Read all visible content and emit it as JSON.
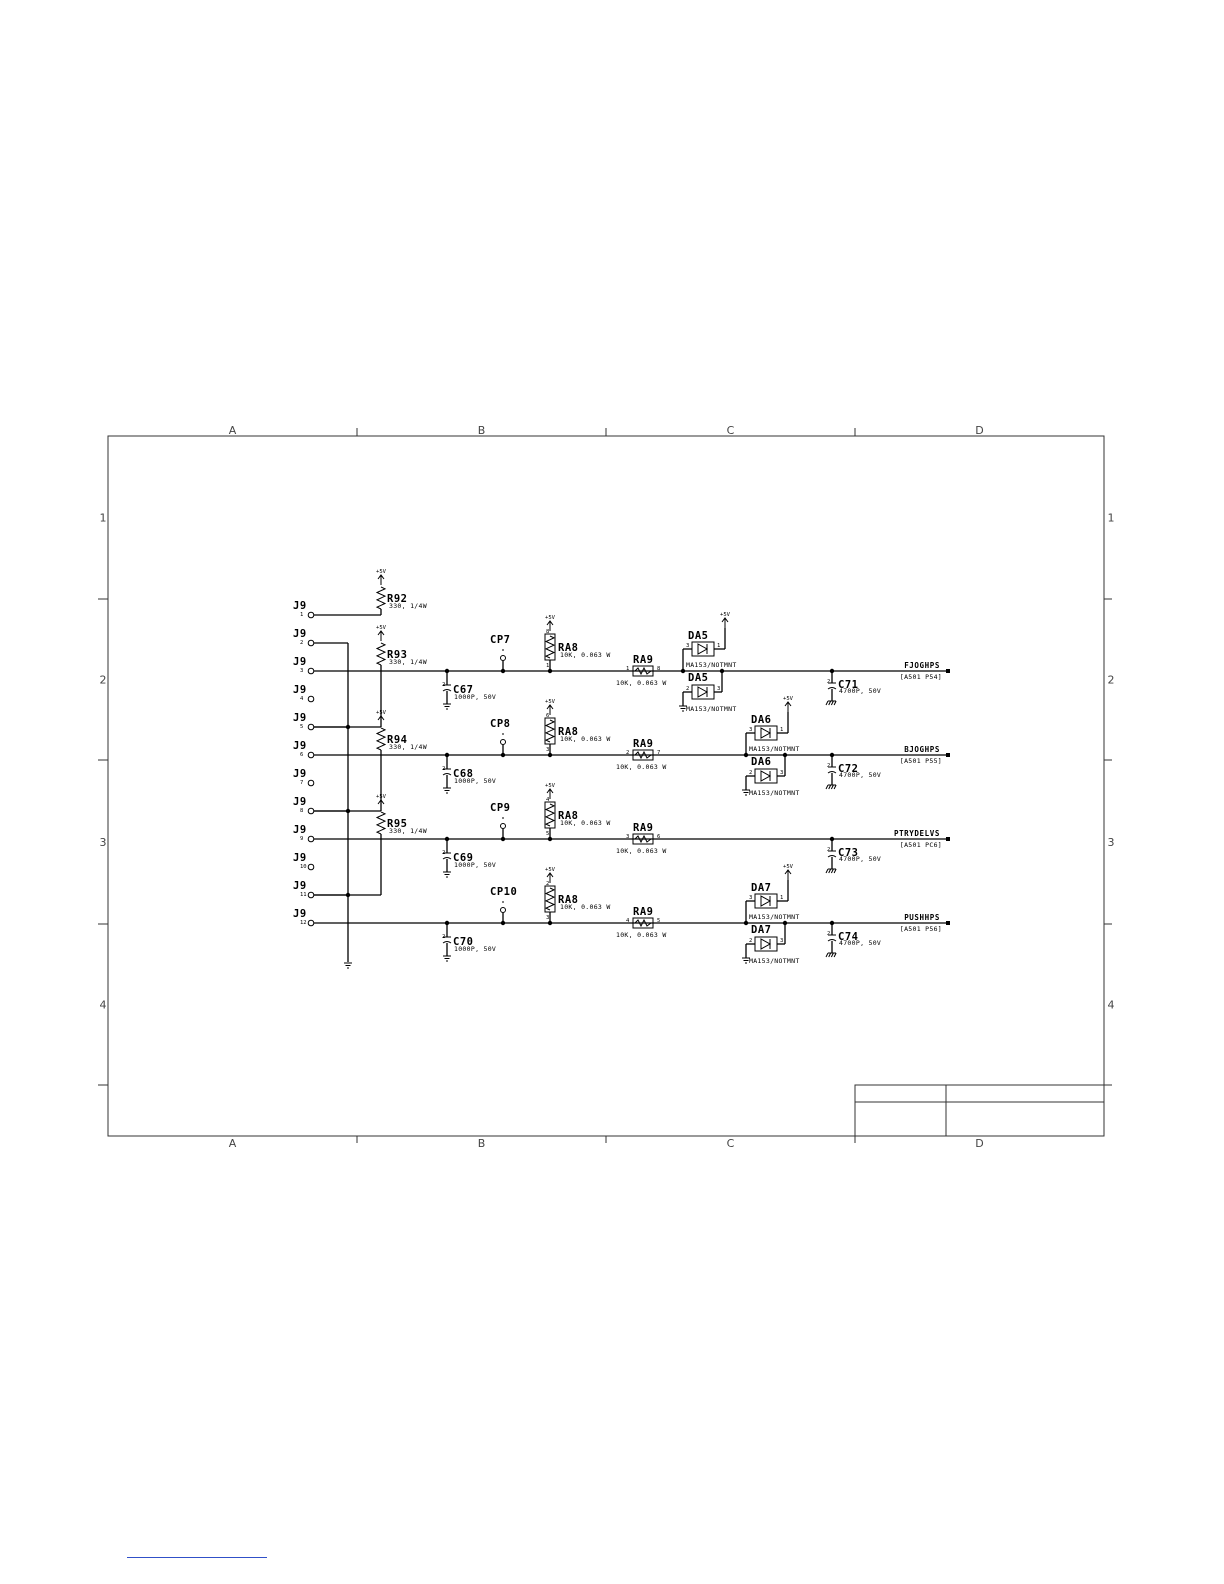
{
  "zones": {
    "columns": [
      "A",
      "B",
      "C",
      "D"
    ],
    "rows": [
      "1",
      "2",
      "3",
      "4"
    ]
  },
  "connector": {
    "ref": "J9",
    "pins": [
      "1",
      "2",
      "3",
      "4",
      "5",
      "6",
      "7",
      "8",
      "9",
      "10",
      "11",
      "12"
    ]
  },
  "supply": "+5V",
  "resistors": [
    {
      "ref": "R92",
      "value": "330, 1/4W"
    },
    {
      "ref": "R93",
      "value": "330, 1/4W"
    },
    {
      "ref": "R94",
      "value": "330, 1/4W"
    },
    {
      "ref": "R95",
      "value": "330, 1/4W"
    }
  ],
  "channels": [
    {
      "cap": "C67",
      "cap_value": "1000P, 50V",
      "cp": "CP7",
      "ra8": "RA8",
      "ra8_value": "10K, 0.063 W",
      "ra8_pins": [
        "8",
        "1"
      ],
      "ra9": "RA9",
      "ra9_value": "10K, 0.063 W",
      "ra9_pins": [
        "1",
        "8"
      ],
      "diode_ref": "DA5",
      "diode_part": "MA153/NOTMNT",
      "out_cap": "C71",
      "out_cap_value": "4700P, 50V",
      "net": "FJOGHPS",
      "dest": "[A501 P54]"
    },
    {
      "cap": "C68",
      "cap_value": "1000P, 50V",
      "cp": "CP8",
      "ra8": "RA8",
      "ra8_value": "10K, 0.063 W",
      "ra8_pins": [
        "6",
        "3"
      ],
      "ra9": "RA9",
      "ra9_value": "10K, 0.063 W",
      "ra9_pins": [
        "2",
        "7"
      ],
      "diode_ref": "DA6",
      "diode_part": "MA153/NOTMNT",
      "out_cap": "C72",
      "out_cap_value": "4700P, 50V",
      "net": "BJOGHPS",
      "dest": "[A501 P55]"
    },
    {
      "cap": "C69",
      "cap_value": "1000P, 50V",
      "cp": "CP9",
      "ra8": "RA8",
      "ra8_value": "10K, 0.063 W",
      "ra8_pins": [
        "4",
        "5"
      ],
      "ra9": "RA9",
      "ra9_value": "10K, 0.063 W",
      "ra9_pins": [
        "3",
        "6"
      ],
      "diode_ref": "",
      "diode_part": "",
      "out_cap": "C73",
      "out_cap_value": "4700P, 50V",
      "net": "PTRYDELVS",
      "dest": "[A501 PC6]"
    },
    {
      "cap": "C70",
      "cap_value": "1000P, 50V",
      "cp": "CP10",
      "ra8": "RA8",
      "ra8_value": "10K, 0.063 W",
      "ra8_pins": [
        "2",
        "3"
      ],
      "ra9": "RA9",
      "ra9_value": "10K, 0.063 W",
      "ra9_pins": [
        "4",
        "5"
      ],
      "diode_ref": "DA7",
      "diode_part": "MA153/NOTMNT",
      "out_cap": "C74",
      "out_cap_value": "4700P, 50V",
      "net": "PUSHHPS",
      "dest": "[A501 P56]"
    }
  ],
  "diode_pins": {
    "anode": "3",
    "cathode": "1",
    "lower_anode": "2",
    "lower_cathode": "3"
  }
}
